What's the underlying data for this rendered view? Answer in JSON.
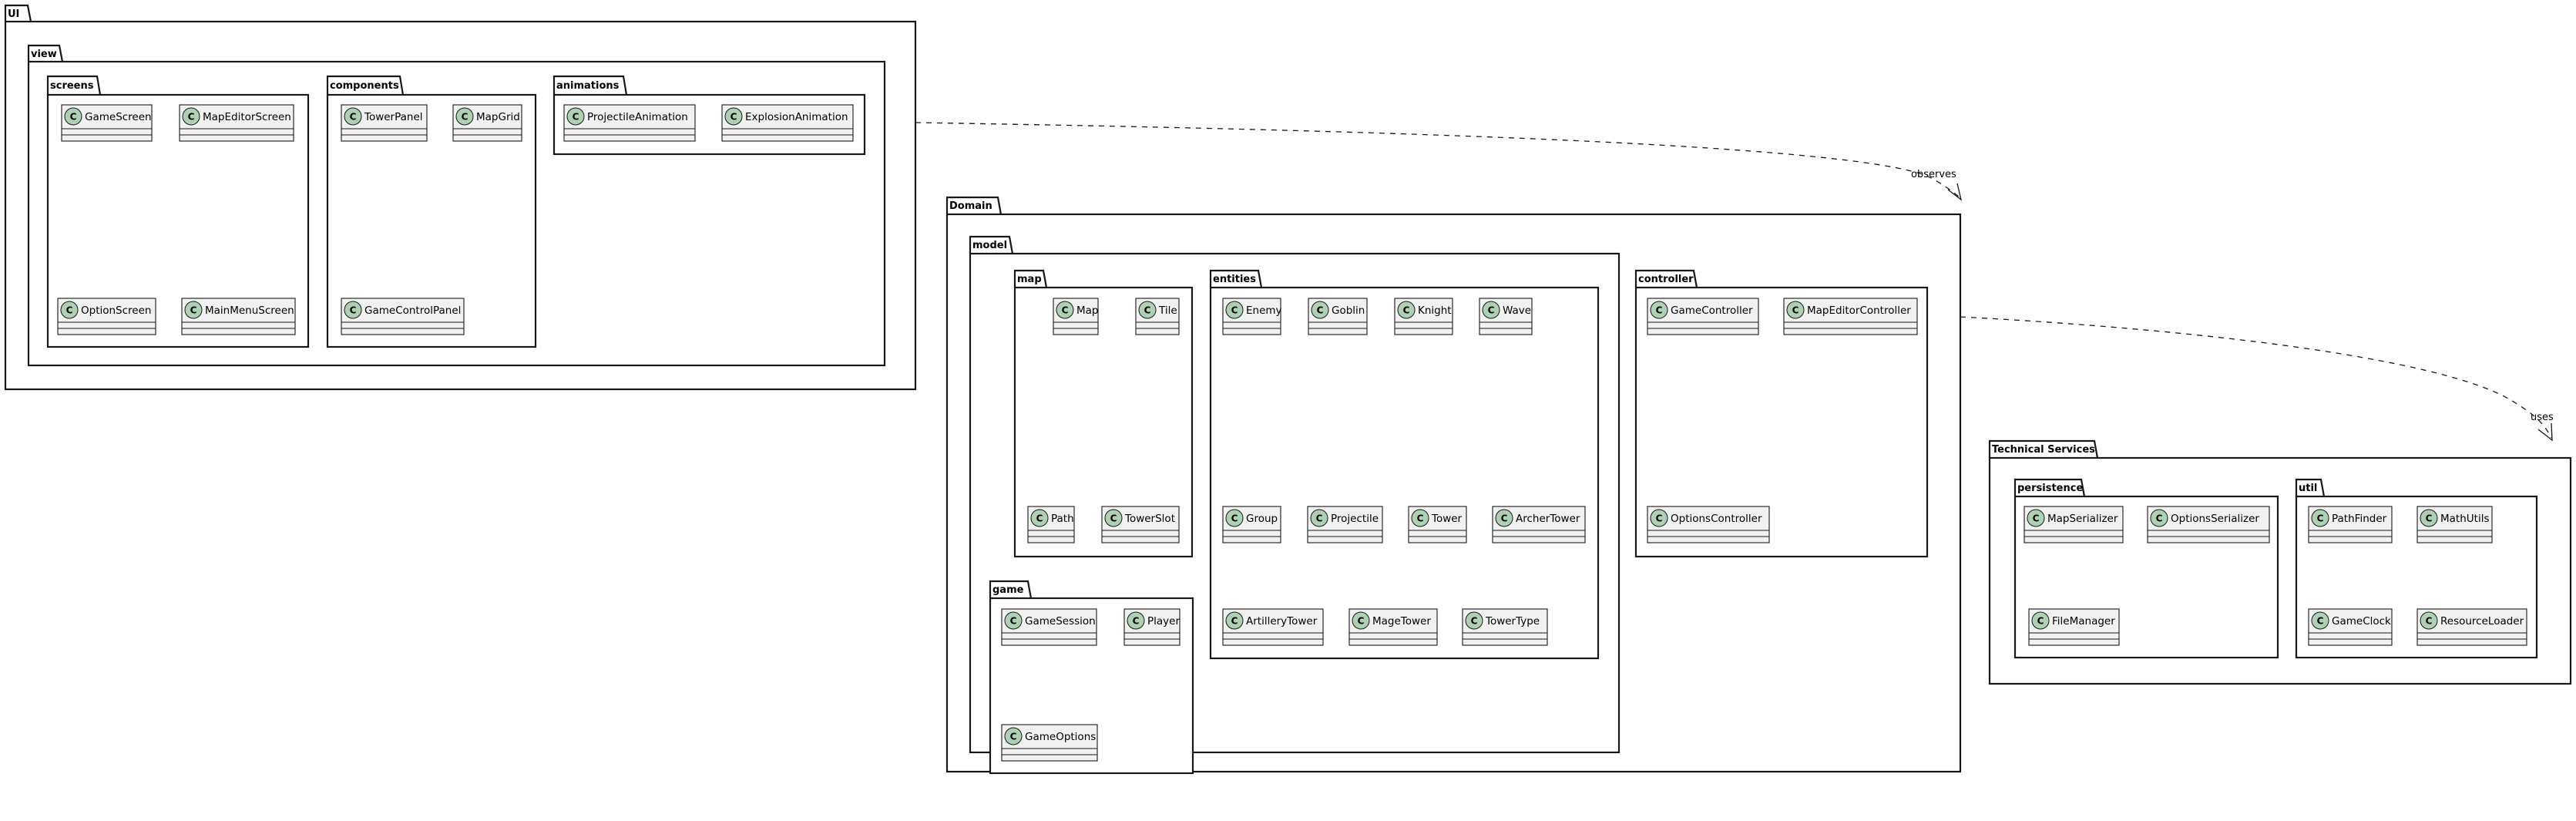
{
  "diagram": {
    "packages": {
      "ui": "UI",
      "view": "view",
      "screens": "screens",
      "components": "components",
      "animations": "animations",
      "domain": "Domain",
      "model": "model",
      "map": "map",
      "entities": "entities",
      "game": "game",
      "controller": "controller",
      "technical": "Technical Services",
      "persistence": "persistence",
      "util": "util"
    },
    "classes": {
      "screens": [
        "GameScreen",
        "MapEditorScreen",
        "OptionScreen",
        "MainMenuScreen"
      ],
      "components": [
        "TowerPanel",
        "MapGrid",
        "GameControlPanel"
      ],
      "animations": [
        "ProjectileAnimation",
        "ExplosionAnimation"
      ],
      "map": [
        "Map",
        "Tile",
        "Path",
        "TowerSlot"
      ],
      "entities": [
        "Enemy",
        "Goblin",
        "Knight",
        "Wave",
        "Group",
        "Projectile",
        "Tower",
        "ArcherTower",
        "ArtilleryTower",
        "MageTower",
        "TowerType"
      ],
      "game": [
        "GameSession",
        "Player",
        "GameOptions"
      ],
      "controller": [
        "GameController",
        "MapEditorController",
        "OptionsController"
      ],
      "persistence": [
        "MapSerializer",
        "OptionsSerializer",
        "FileManager"
      ],
      "util": [
        "PathFinder",
        "MathUtils",
        "GameClock",
        "ResourceLoader"
      ]
    },
    "class_glyph": "C",
    "relations": {
      "observes": "observes",
      "uses": "uses"
    }
  }
}
